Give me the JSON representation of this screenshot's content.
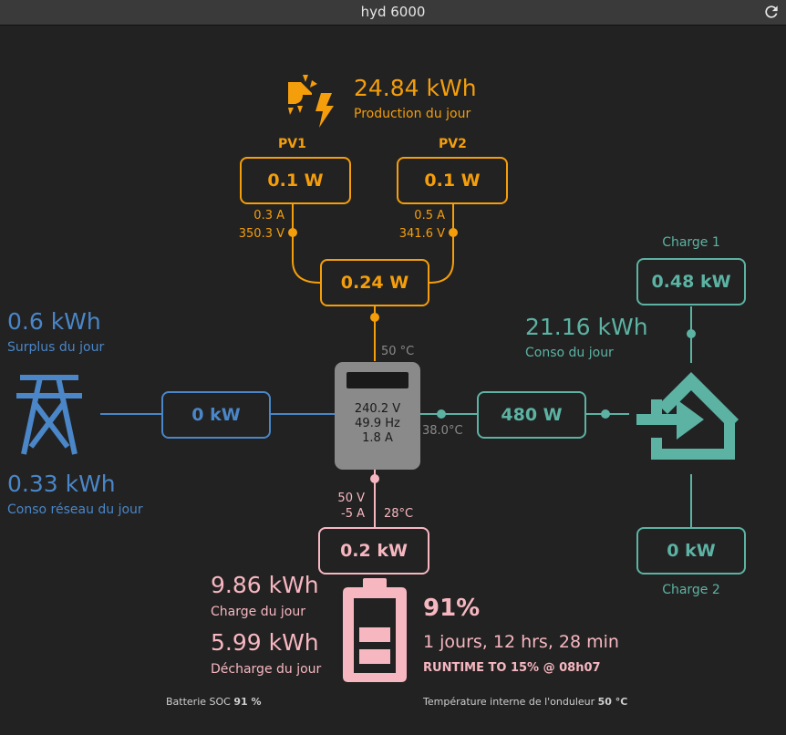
{
  "window": {
    "title": "hyd 6000",
    "refresh_icon": "refresh-icon"
  },
  "colors": {
    "solar": "#f59e0b",
    "grid": "#4a86c8",
    "load": "#5cb3a3",
    "battery": "#f7b7c1",
    "inverter": "#8a8a8a"
  },
  "solar": {
    "icon": "sun-bolt-icon",
    "total_energy": "24.84 kWh",
    "total_label": "Production du jour",
    "pv1": {
      "label": "PV1",
      "power": "0.1 W",
      "current": "0.3 A",
      "voltage": "350.3 V"
    },
    "pv2": {
      "label": "PV2",
      "power": "0.1 W",
      "current": "0.5 A",
      "voltage": "341.6 V"
    },
    "combined_power": "0.24 W"
  },
  "inverter": {
    "icon": "inverter-icon",
    "voltage": "240.2 V",
    "frequency": "49.9 Hz",
    "current": "1.8 A",
    "temp_top": "50 °C",
    "temp_right": "38.0°C"
  },
  "grid": {
    "icon": "power-tower-icon",
    "surplus_energy": "0.6 kWh",
    "surplus_label": "Surplus du jour",
    "consumption_energy": "0.33 kWh",
    "consumption_label": "Conso réseau du jour",
    "power": "0 kW"
  },
  "load": {
    "icon": "home-import-icon",
    "power": "480 W",
    "total_energy": "21.16 kWh",
    "total_label": "Conso du jour",
    "charge1": {
      "label": "Charge 1",
      "power": "0.48 kW"
    },
    "charge2": {
      "label": "Charge 2",
      "power": "0 kW"
    }
  },
  "battery": {
    "icon": "battery-icon",
    "voltage": "50 V",
    "current": "-5 A",
    "temp": "28°C",
    "power": "0.2 kW",
    "charge_energy": "9.86 kWh",
    "charge_label": "Charge du jour",
    "discharge_energy": "5.99 kWh",
    "discharge_label": "Décharge du jour",
    "soc": "91%",
    "soc_fraction": 0.91,
    "runtime": "1 jours, 12 hrs, 28 min",
    "runtime_to": "RUNTIME TO 15% @ 08h07"
  },
  "footer": {
    "soc_label": "Batterie SOC",
    "soc_value": "91 %",
    "temp_label": "Température interne de l'onduleur",
    "temp_value": "50 °C"
  }
}
